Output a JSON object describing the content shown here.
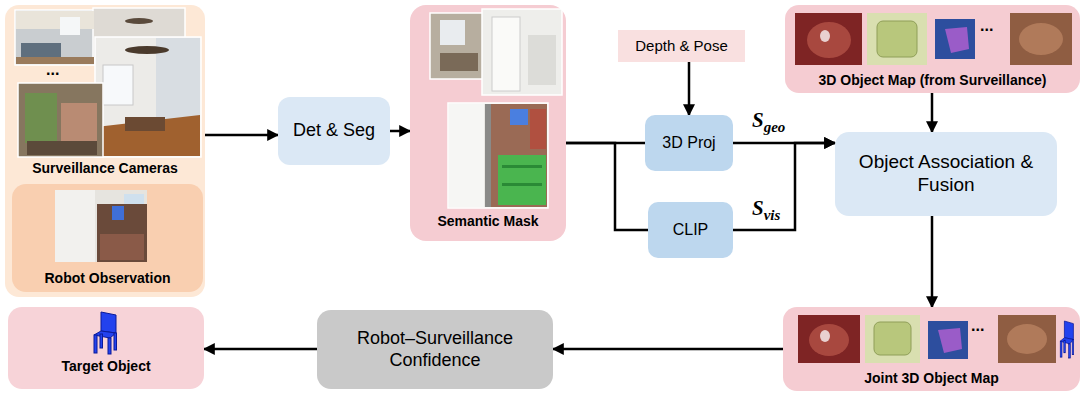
{
  "diagram": {
    "nodes": [
      {
        "text": [
          "Surveillance Cameras"
        ]
      },
      {
        "text": [
          "Robot Observation"
        ],
        "in": 0
      },
      {
        "text": [
          "Det & Seg"
        ]
      },
      {
        "text": [
          "Semantic Mask"
        ]
      },
      {
        "text": [
          "Depth & Pose"
        ]
      },
      {
        "text": [
          "3D Proj"
        ]
      },
      {
        "text": [
          "CLIP"
        ]
      },
      {
        "text": [
          "3D Object Map (from Surveillance)"
        ]
      },
      {
        "text": [
          "Object Association & Fusion"
        ]
      },
      {
        "text": [
          "Joint 3D Object Map"
        ]
      },
      {
        "text": [
          "Robot–Surveillance Confidence"
        ]
      },
      {
        "text": [
          "Target Object"
        ]
      }
    ],
    "edges": [
      {
        "from": 0,
        "to": 2,
        "arrow": "to"
      },
      {
        "from": 2,
        "to": 3,
        "arrow": "to"
      },
      {
        "from": 4,
        "to": 5,
        "arrow": "to"
      },
      {
        "from": 3,
        "to": 5,
        "arrow": "none"
      },
      {
        "from": 3,
        "to": 6,
        "arrow": "none"
      },
      {
        "from": 5,
        "to": 8,
        "label": "Sgeo",
        "arrow": "to"
      },
      {
        "from": 6,
        "to": 8,
        "label": "Svis",
        "arrow": "to"
      },
      {
        "from": 7,
        "to": 8,
        "arrow": "to"
      },
      {
        "from": 8,
        "to": 9,
        "arrow": "to"
      },
      {
        "from": 9,
        "to": 10,
        "arrow": "to"
      },
      {
        "from": 10,
        "to": 11,
        "arrow": "to"
      }
    ],
    "labels": [
      "...",
      "...",
      "..."
    ]
  }
}
